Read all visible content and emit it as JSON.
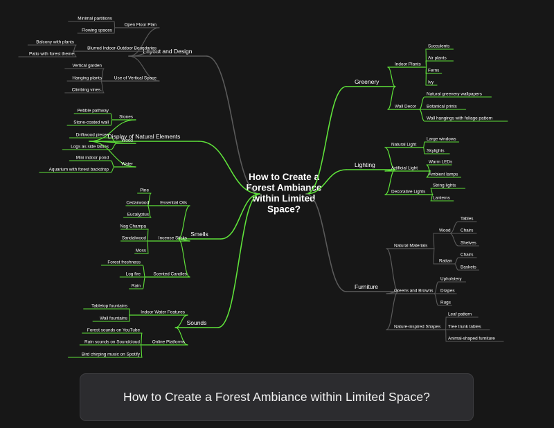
{
  "center": {
    "title_lines": [
      "How to Create a",
      "Forest Ambiance",
      "within Limited",
      "Space?"
    ]
  },
  "caption": "How to Create a Forest Ambiance within Limited Space?",
  "colors": {
    "background": "#171717",
    "grey_branch": "#5a5a5a",
    "green_branch": "#5fe23a",
    "caption_bg": "#2c2c2f"
  },
  "branches": [
    {
      "label": "Layout and Design",
      "color": "grey",
      "children": [
        {
          "label": "Open Floor Plan",
          "children": [
            "Minimal partitions",
            "Flowing spaces"
          ]
        },
        {
          "label": "Blurred Indoor-Outdoor Boundaries",
          "children": [
            "Balcony with plants",
            "Patio with forest theme"
          ]
        },
        {
          "label": "Use of Vertical Space",
          "children": [
            "Vertical garden",
            "Hanging plants",
            "Climbing vines."
          ]
        }
      ]
    },
    {
      "label": "Display of Natural Elements",
      "color": "green",
      "children": [
        {
          "label": "Stones",
          "children": [
            "Pebble pathway",
            "Stone-coated wall"
          ]
        },
        {
          "label": "Wood",
          "children": [
            "Driftwood pieces",
            "Logs as side tables"
          ]
        },
        {
          "label": "Water",
          "children": [
            "Mini indoor pond",
            "Aquarium with forest backdrop"
          ]
        }
      ]
    },
    {
      "label": "Smells",
      "color": "green",
      "children": [
        {
          "label": "Essential Oils",
          "children": [
            "Pine",
            "Cedarwood",
            "Eucalyptus"
          ]
        },
        {
          "label": "Incense Sticks",
          "children": [
            "Nag Champa",
            "Sandalwood",
            "Moss"
          ]
        },
        {
          "label": "Scented Candles",
          "children": [
            "Forest freshness",
            "Log fire",
            "Rain"
          ]
        }
      ]
    },
    {
      "label": "Sounds",
      "color": "green",
      "children": [
        {
          "label": "Indoor Water Features",
          "children": [
            "Tabletop fountains",
            "Wall fountains"
          ]
        },
        {
          "label": "Online Platforms",
          "children": [
            "Forest sounds on YouTube",
            "Rain sounds on Soundcloud",
            "Bird chirping music on Spotify"
          ]
        }
      ]
    },
    {
      "label": "Greenery",
      "color": "green",
      "children": [
        {
          "label": "Indoor Plants",
          "children": [
            "Succulents",
            "Air plants",
            "Ferns",
            "Ivy"
          ]
        },
        {
          "label": "Wall Decor",
          "children": [
            "Natural greenery wallpapers",
            "Botanical prints",
            "Wall hangings with foliage pattern"
          ]
        }
      ]
    },
    {
      "label": "Lighting",
      "color": "green",
      "children": [
        {
          "label": "Natural Light",
          "children": [
            "Large windows",
            "Skylights"
          ]
        },
        {
          "label": "Artificial Light",
          "children": [
            "Warm LEDs",
            "Ambient lamps"
          ]
        },
        {
          "label": "Decorative Lights",
          "children": [
            "String lights",
            "Lanterns"
          ]
        }
      ]
    },
    {
      "label": "Furniture",
      "color": "grey",
      "children": [
        {
          "label": "Natural Materials",
          "children": [
            {
              "label": "Wood",
              "children": [
                "Tables",
                "Chairs",
                "Shelves"
              ]
            },
            {
              "label": "Rattan",
              "children": [
                "Chairs",
                "Baskets"
              ]
            }
          ]
        },
        {
          "label": "Greens and Browns",
          "children": [
            "Upholstery",
            "Drapes",
            "Rugs"
          ]
        },
        {
          "label": "Nature-inspired Shapes",
          "children": [
            "Leaf pattern",
            "Tree trunk tables",
            "Animal-shaped furniture"
          ]
        }
      ]
    }
  ]
}
